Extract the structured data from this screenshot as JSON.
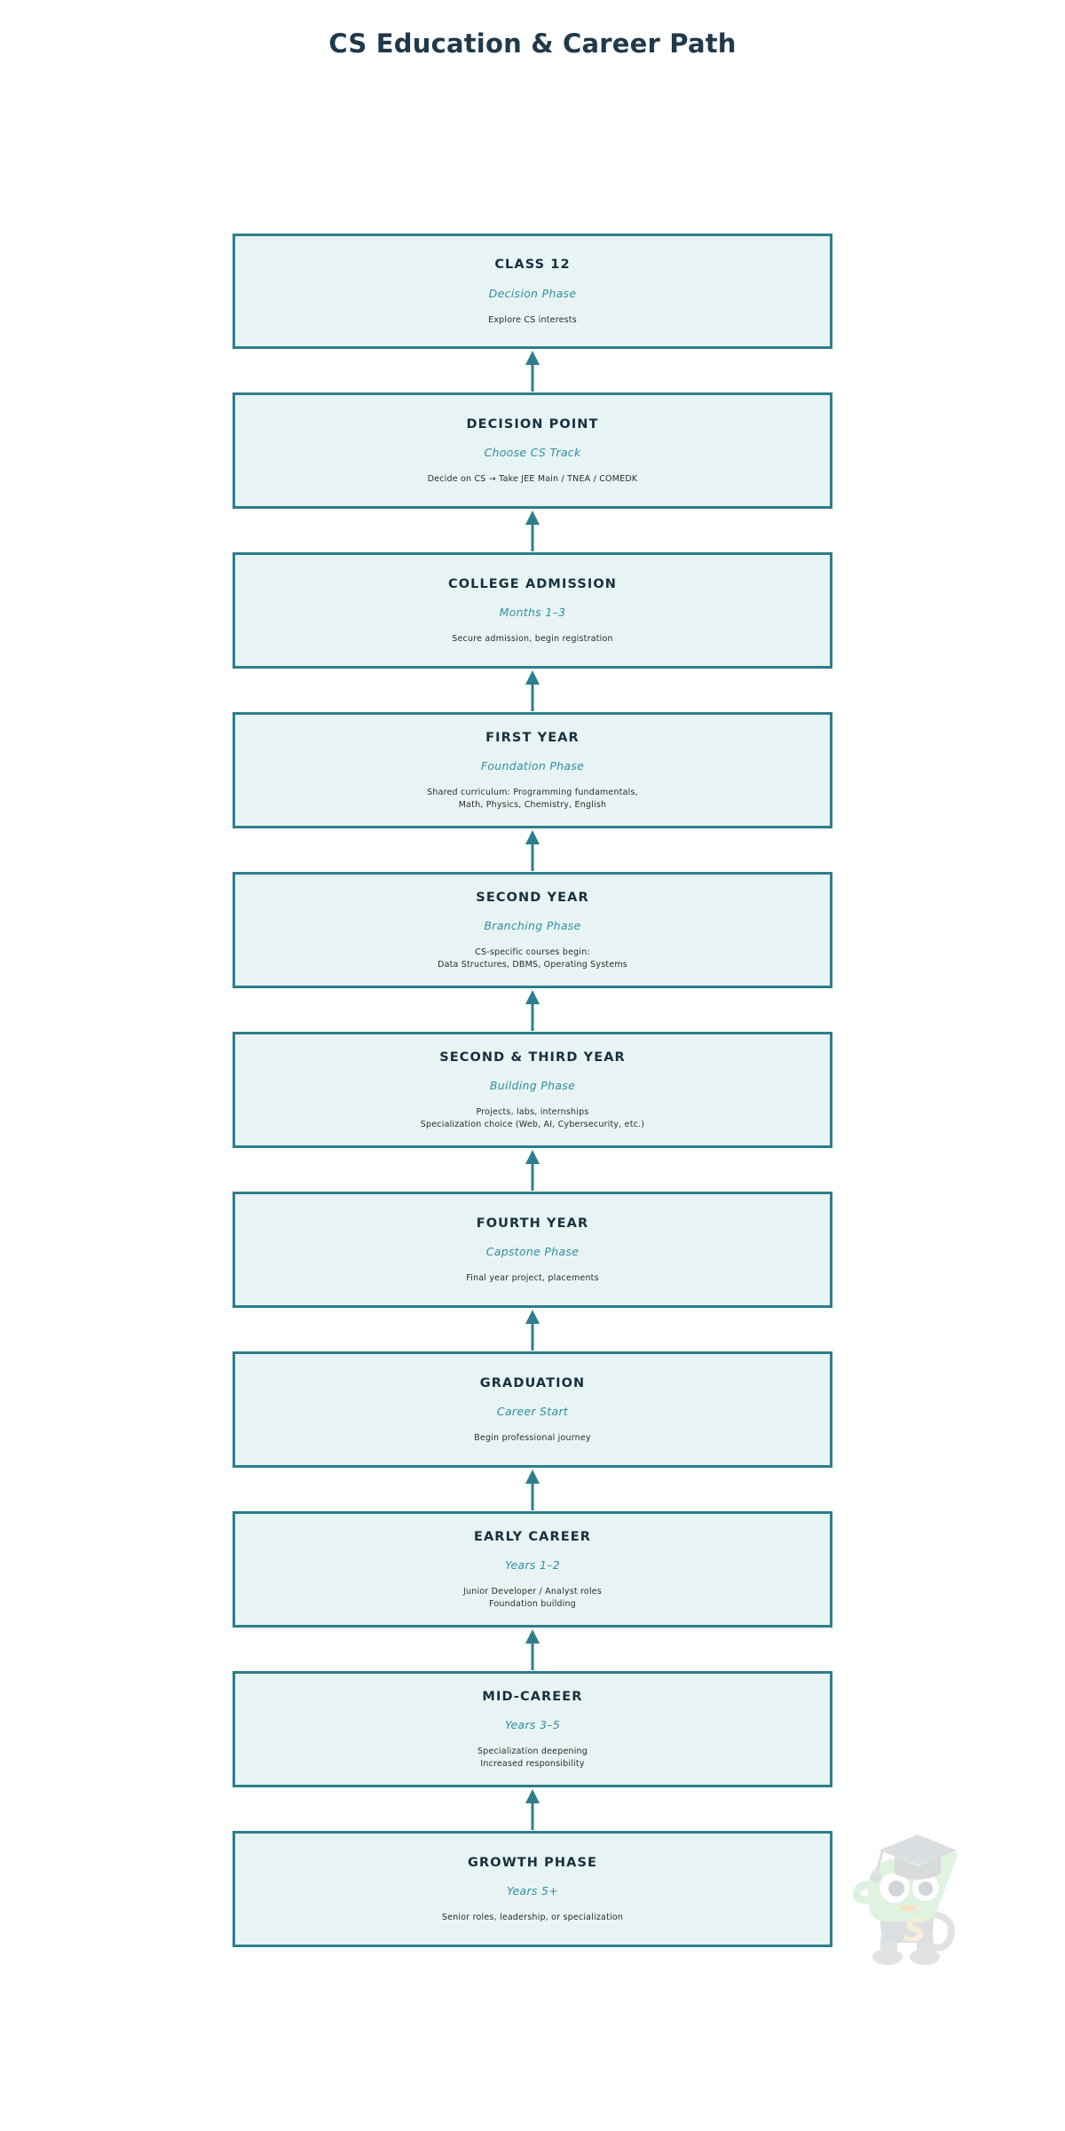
{
  "page": {
    "title": "CS Education & Career Path",
    "background_color": "#ffffff",
    "title_color": "#21394a"
  },
  "theme": {
    "node_fill": "#e8f4f3",
    "node_border": "#2d7e8c",
    "node_title_color": "#17303e",
    "node_subtitle_color": "#2f8fa3",
    "node_desc_color": "#2b2b2b",
    "arrow_color": "#2d7e8c"
  },
  "flow": {
    "direction": "bottom-to-top",
    "arrow_icon": "arrow-up-icon",
    "nodes": [
      {
        "id": "class-12",
        "title": "CLASS 12",
        "subtitle": "Decision Phase",
        "desc": [
          "Explore CS interests"
        ],
        "height": 130
      },
      {
        "id": "decision-point",
        "title": "DECISION POINT",
        "subtitle": "Choose CS Track",
        "desc": [
          "Decide on CS → Take JEE Main / TNEA / COMEDK"
        ],
        "height": 131
      },
      {
        "id": "college-admission",
        "title": "COLLEGE ADMISSION",
        "subtitle": "Months 1–3",
        "desc": [
          "Secure admission, begin registration"
        ],
        "height": 131
      },
      {
        "id": "first-year",
        "title": "FIRST YEAR",
        "subtitle": "Foundation Phase",
        "desc": [
          "Shared curriculum: Programming fundamentals,",
          "Math, Physics, Chemistry, English"
        ],
        "height": 131
      },
      {
        "id": "second-year",
        "title": "SECOND YEAR",
        "subtitle": "Branching Phase",
        "desc": [
          "CS-specific courses begin:",
          "Data Structures, DBMS, Operating Systems"
        ],
        "height": 131
      },
      {
        "id": "second-third-year",
        "title": "SECOND & THIRD YEAR",
        "subtitle": "Building Phase",
        "desc": [
          "Projects, labs, internships",
          "Specialization choice (Web, AI, Cybersecurity, etc.)"
        ],
        "height": 131
      },
      {
        "id": "fourth-year",
        "title": "FOURTH YEAR",
        "subtitle": "Capstone Phase",
        "desc": [
          "Final year project, placements"
        ],
        "height": 131
      },
      {
        "id": "graduation",
        "title": "GRADUATION",
        "subtitle": "Career Start",
        "desc": [
          "Begin professional journey"
        ],
        "height": 131
      },
      {
        "id": "early-career",
        "title": "EARLY CAREER",
        "subtitle": "Years 1–2",
        "desc": [
          "Junior Developer / Analyst roles",
          "Foundation building"
        ],
        "height": 131
      },
      {
        "id": "mid-career",
        "title": "MID-CAREER",
        "subtitle": "Years 3–5",
        "desc": [
          "Specialization deepening",
          "Increased responsibility"
        ],
        "height": 131
      },
      {
        "id": "growth-phase",
        "title": "GROWTH PHASE",
        "subtitle": "Years 5+",
        "desc": [
          "Senior roles, leadership, or specialization"
        ],
        "height": 131
      }
    ]
  },
  "watermark": {
    "name": "mascot-graduate-watermark",
    "letter": "S"
  }
}
